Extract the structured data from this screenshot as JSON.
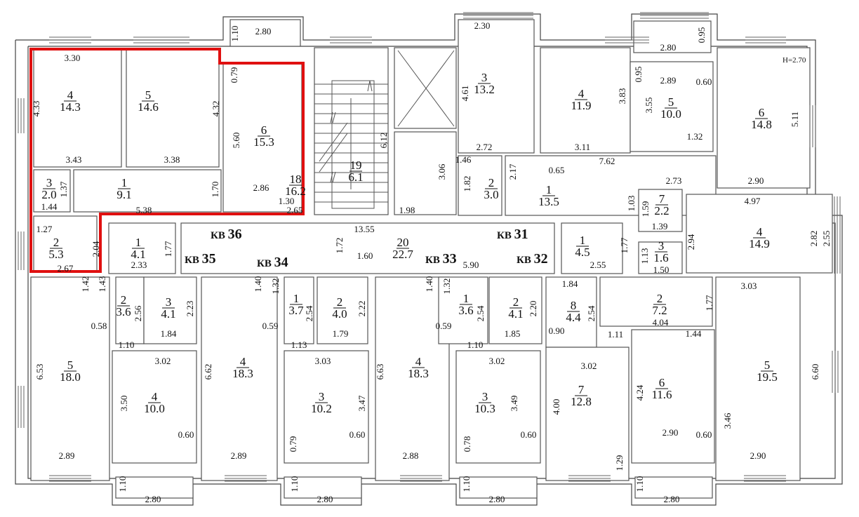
{
  "selection_color": "#e01010",
  "note": "H=2.70",
  "apartments": [
    "КВ 36",
    "КВ 35",
    "КВ 34",
    "КВ 33",
    "КВ 31",
    "КВ 32"
  ],
  "rooms": [
    {
      "n": "4",
      "a": "14.3"
    },
    {
      "n": "5",
      "a": "14.6"
    },
    {
      "n": "6",
      "a": "15.3"
    },
    {
      "n": "1",
      "a": "9.1"
    },
    {
      "n": "3",
      "a": "2.0"
    },
    {
      "n": "2",
      "a": "5.3"
    },
    {
      "n": "18",
      "a": "16.2"
    },
    {
      "n": "19",
      "a": "6.1"
    },
    {
      "n": "3",
      "a": "13.2"
    },
    {
      "n": "4",
      "a": "11.9"
    },
    {
      "n": "5",
      "a": "10.0"
    },
    {
      "n": "6",
      "a": "14.8"
    },
    {
      "n": "2",
      "a": "3.0"
    },
    {
      "n": "1",
      "a": "13.5"
    },
    {
      "n": "7",
      "a": "2.2"
    },
    {
      "n": "4",
      "a": "14.9"
    },
    {
      "n": "3",
      "a": "1.6"
    },
    {
      "n": "1",
      "a": "4.5"
    },
    {
      "n": "20",
      "a": "22.7"
    },
    {
      "n": "1",
      "a": "4.1"
    },
    {
      "n": "2",
      "a": "3.6"
    },
    {
      "n": "3",
      "a": "4.1"
    },
    {
      "n": "5",
      "a": "18.0"
    },
    {
      "n": "4",
      "a": "10.0"
    },
    {
      "n": "4",
      "a": "18.3"
    },
    {
      "n": "1",
      "a": "3.7"
    },
    {
      "n": "2",
      "a": "4.0"
    },
    {
      "n": "3",
      "a": "10.2"
    },
    {
      "n": "4",
      "a": "18.3"
    },
    {
      "n": "1",
      "a": "3.6"
    },
    {
      "n": "2",
      "a": "4.1"
    },
    {
      "n": "3",
      "a": "10.3"
    },
    {
      "n": "8",
      "a": "4.4"
    },
    {
      "n": "2",
      "a": "7.2"
    },
    {
      "n": "7",
      "a": "12.8"
    },
    {
      "n": "6",
      "a": "11.6"
    },
    {
      "n": "5",
      "a": "19.5"
    }
  ],
  "dimensions": [
    "3.30",
    "4.33",
    "4.32",
    "0.79",
    "5.60",
    "3.43",
    "3.38",
    "2.86",
    "1.30",
    "1.70",
    "1.37",
    "1.44",
    "5.38",
    "1.27",
    "2.04",
    "2.67",
    "1.77",
    "2.33",
    "1.10",
    "2.80",
    "6.12",
    "2.65",
    "1.98",
    "3.06",
    "13.55",
    "1.72",
    "1.60",
    "2.30",
    "4.61",
    "2.72",
    "3.83",
    "3.11",
    "2.80",
    "0.95",
    "0.95",
    "2.89",
    "0.60",
    "3.55",
    "1.32",
    "5.11",
    "1.46",
    "1.82",
    "2.17",
    "0.65",
    "7.62",
    "2.73",
    "2.90",
    "1.03",
    "1.59",
    "1.39",
    "4.97",
    "2.94",
    "2.82",
    "2.55",
    "1.13",
    "1.50",
    "1.77",
    "2.55",
    "5.90",
    "1.42",
    "1.43",
    "2.56",
    "2.23",
    "0.58",
    "1.84",
    "1.10",
    "3.02",
    "6.53",
    "3.50",
    "0.60",
    "2.89",
    "1.10",
    "2.80",
    "1.40",
    "1.32",
    "2.54",
    "2.22",
    "0.59",
    "1.79",
    "1.13",
    "3.03",
    "6.62",
    "3.47",
    "0.79",
    "0.60",
    "2.89",
    "1.10",
    "2.80",
    "1.40",
    "1.32",
    "2.54",
    "2.20",
    "0.59",
    "1.85",
    "1.10",
    "3.02",
    "6.63",
    "3.49",
    "0.78",
    "0.60",
    "2.88",
    "1.10",
    "2.80",
    "1.84",
    "2.54",
    "0.90",
    "1.11",
    "4.04",
    "1.44",
    "3.02",
    "4.00",
    "1.29",
    "4.24",
    "2.90",
    "0.60",
    "2.80",
    "1.10",
    "3.03",
    "1.77",
    "6.60",
    "3.46",
    "2.90"
  ]
}
